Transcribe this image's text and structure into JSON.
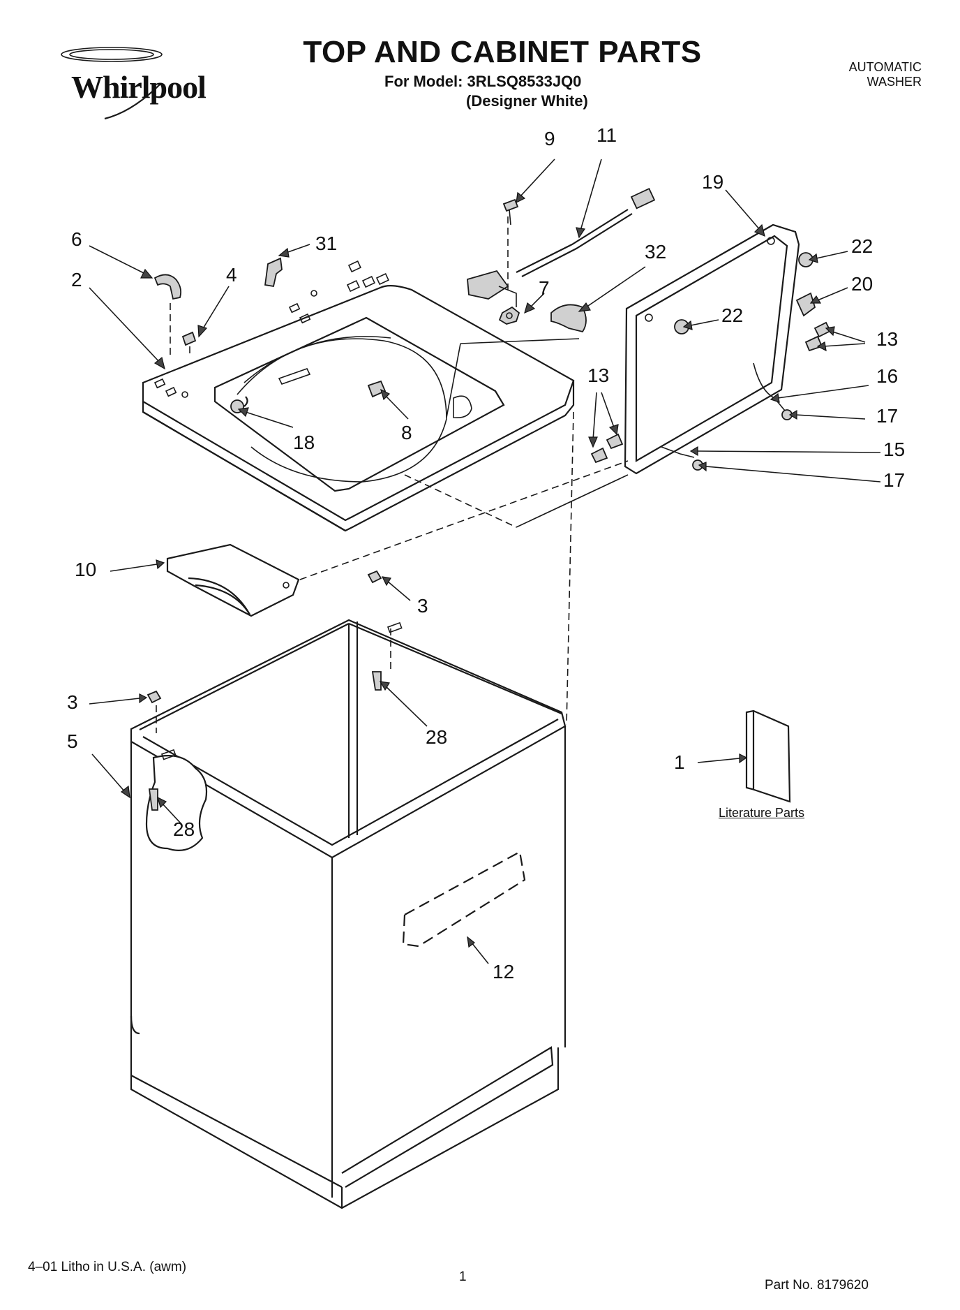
{
  "brand": "Whirlpool",
  "header": {
    "title": "TOP AND CABINET PARTS",
    "model_line": "For Model: 3RLSQ8533JQ0",
    "color_line": "(Designer White)",
    "product_type_line1": "AUTOMATIC",
    "product_type_line2": "WASHER"
  },
  "callouts": {
    "c9": "9",
    "c11": "11",
    "c19": "19",
    "c6": "6",
    "c31": "31",
    "c2": "2",
    "c4": "4",
    "c32": "32",
    "c7": "7",
    "c22a": "22",
    "c20": "20",
    "c22b": "22",
    "c13a": "13",
    "c16": "16",
    "c17a": "17",
    "c13b": "13",
    "c15": "15",
    "c17b": "17",
    "c18": "18",
    "c8": "8",
    "c10": "10",
    "c3a": "3",
    "c3b": "3",
    "c28a": "28",
    "c5": "5",
    "c28b": "28",
    "c1": "1",
    "c12": "12"
  },
  "literature_label": "Literature Parts",
  "footer": {
    "litho": "4–01 Litho in U.S.A. (awm)",
    "page": "1",
    "part_no": "Part No. 8179620"
  }
}
